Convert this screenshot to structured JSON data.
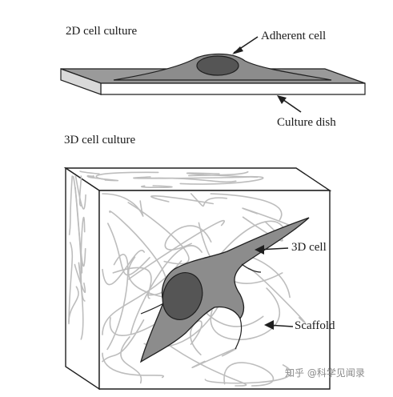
{
  "sections": {
    "top_title": "2D cell culture",
    "bottom_title": "3D cell culture"
  },
  "labels": {
    "adherent_cell": "Adherent cell",
    "culture_dish": "Culture dish",
    "cell_3d": "3D cell",
    "scaffold": "Scaffold"
  },
  "watermark": {
    "text": "知乎 @科学见闻录"
  },
  "colors": {
    "line": "#1f1f1f",
    "cell_fill": "#8c8c8c",
    "nucleus_fill": "#555555",
    "fiber": "#bdbdbd",
    "cube_face": "#ffffff"
  }
}
